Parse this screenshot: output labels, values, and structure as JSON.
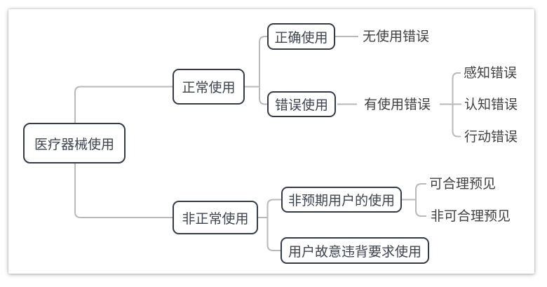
{
  "nodes": {
    "root": {
      "label": "医疗器械使用"
    },
    "normal_use": {
      "label": "正常使用"
    },
    "correct_use": {
      "label": "正确使用"
    },
    "no_use_error": {
      "label": "无使用错误"
    },
    "erroneous_use": {
      "label": "错误使用"
    },
    "has_use_error": {
      "label": "有使用错误"
    },
    "perception_error": {
      "label": "感知错误"
    },
    "cognition_error": {
      "label": "认知错误"
    },
    "action_error": {
      "label": "行动错误"
    },
    "abnormal_use": {
      "label": "非正常使用"
    },
    "unintended_user_use": {
      "label": "非预期用户的使用"
    },
    "reasonably_foreseeable": {
      "label": "可合理预见"
    },
    "not_reasonably_foreseeable": {
      "label": "非可合理预见"
    },
    "intentional_violation_use": {
      "label": "用户故意违背要求使用"
    }
  },
  "hierarchy": {
    "医疗器械使用": {
      "正常使用": {
        "正确使用": [
          "无使用错误"
        ],
        "错误使用": {
          "有使用错误": [
            "感知错误",
            "认知错误",
            "行动错误"
          ]
        }
      },
      "非正常使用": {
        "非预期用户的使用": [
          "可合理预见",
          "非可合理预见"
        ],
        "用户故意违背要求使用": []
      }
    }
  },
  "colors": {
    "node_border": "#333b48",
    "node_text": "#3d4450",
    "leaf_text": "#404040",
    "connector": "#b9b9b9",
    "canvas_bg": "#ffffff"
  }
}
